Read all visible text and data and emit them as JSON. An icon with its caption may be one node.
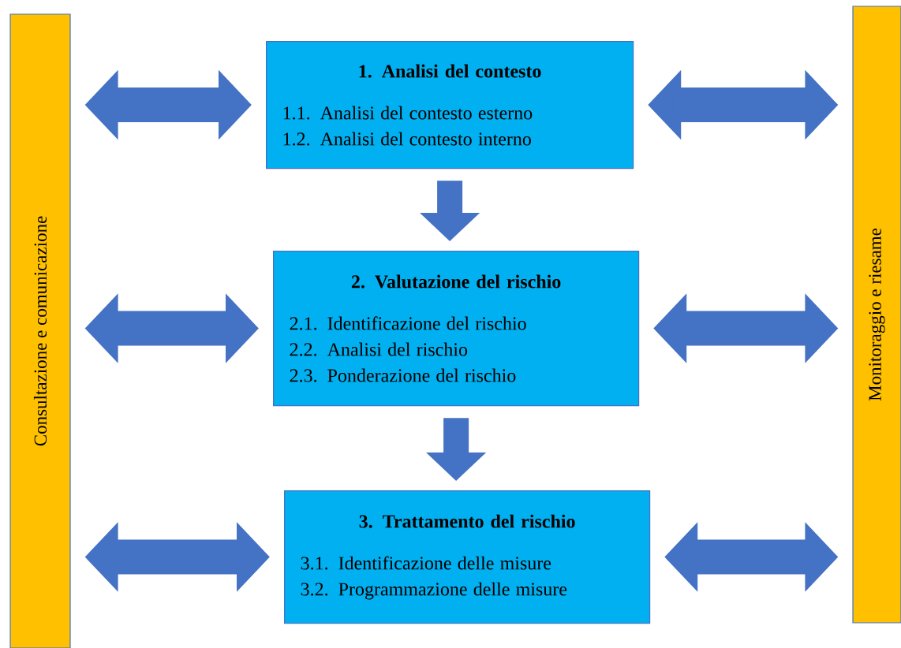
{
  "diagram": {
    "nodes": [
      {
        "text": [
          "Consultazione e comunicazione"
        ]
      },
      {
        "text": [
          "1. Analisi del contesto",
          "1.1. Analisi del contesto esterno",
          "1.2. Analisi del contesto interno"
        ]
      },
      {
        "text": [
          "2. Valutazione del rischio",
          "2.1. Identificazione del rischio",
          "2.2. Analisi del rischio",
          "2.3. Ponderazione del rischio"
        ]
      },
      {
        "text": [
          "3. Trattamento del rischio",
          "3.1. Identificazione delle misure",
          "3.2. Programmazione delle misure"
        ]
      },
      {
        "text": [
          "Monitoraggio e riesame"
        ]
      }
    ],
    "edges": [
      {
        "from": 0,
        "to": 1,
        "arrow": "both"
      },
      {
        "from": 1,
        "to": 4,
        "arrow": "both"
      },
      {
        "from": 1,
        "to": 2,
        "arrow": "to"
      },
      {
        "from": 0,
        "to": 2,
        "arrow": "both"
      },
      {
        "from": 2,
        "to": 4,
        "arrow": "both"
      },
      {
        "from": 2,
        "to": 3,
        "arrow": "to"
      },
      {
        "from": 0,
        "to": 3,
        "arrow": "both"
      },
      {
        "from": 3,
        "to": 4,
        "arrow": "both"
      }
    ]
  }
}
